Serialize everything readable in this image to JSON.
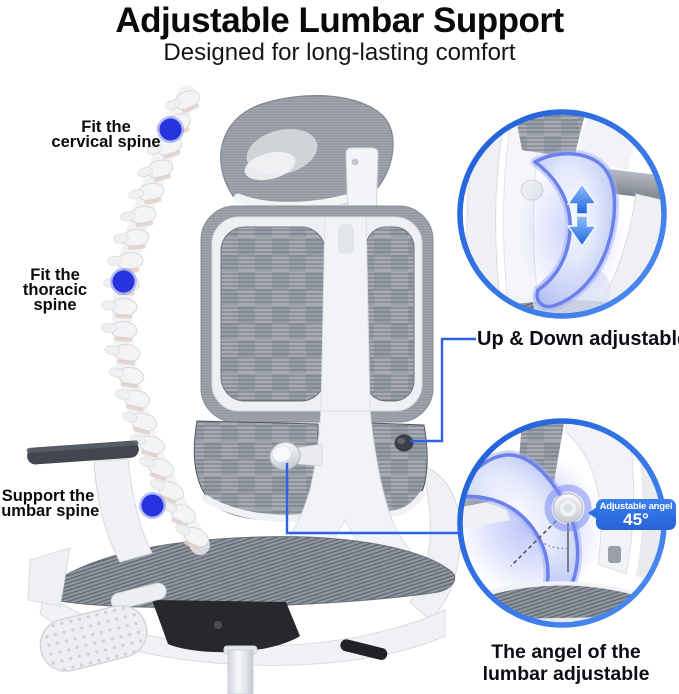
{
  "header": {
    "title": "Adjustable Lumbar Support",
    "subtitle": "Designed for long-lasting comfort"
  },
  "spine_labels": [
    {
      "line1": "Fit the",
      "line2": "cervical spine"
    },
    {
      "line1": "Fit the",
      "line2": "thoracic spine"
    },
    {
      "line1": "Support the",
      "line2": "lumbar spine"
    }
  ],
  "callouts": {
    "up_down": {
      "label": "Up & Down adjustable"
    },
    "angle": {
      "badge_label": "Adjustable angel",
      "badge_value": "45°",
      "caption_line1": "The angel of the",
      "caption_line2": "lumbar adjustable"
    }
  },
  "icons": {
    "up_down_arrows": "vertical double arrow showing lumbar pad travel",
    "spine_markers": "blue dot markers on spine regions"
  },
  "colors": {
    "accent_blue": "#2e6fe0",
    "marker_blue": "#2633df",
    "arrow_blue": "#2f7bf0",
    "badge_blue": "#2e72e2"
  }
}
